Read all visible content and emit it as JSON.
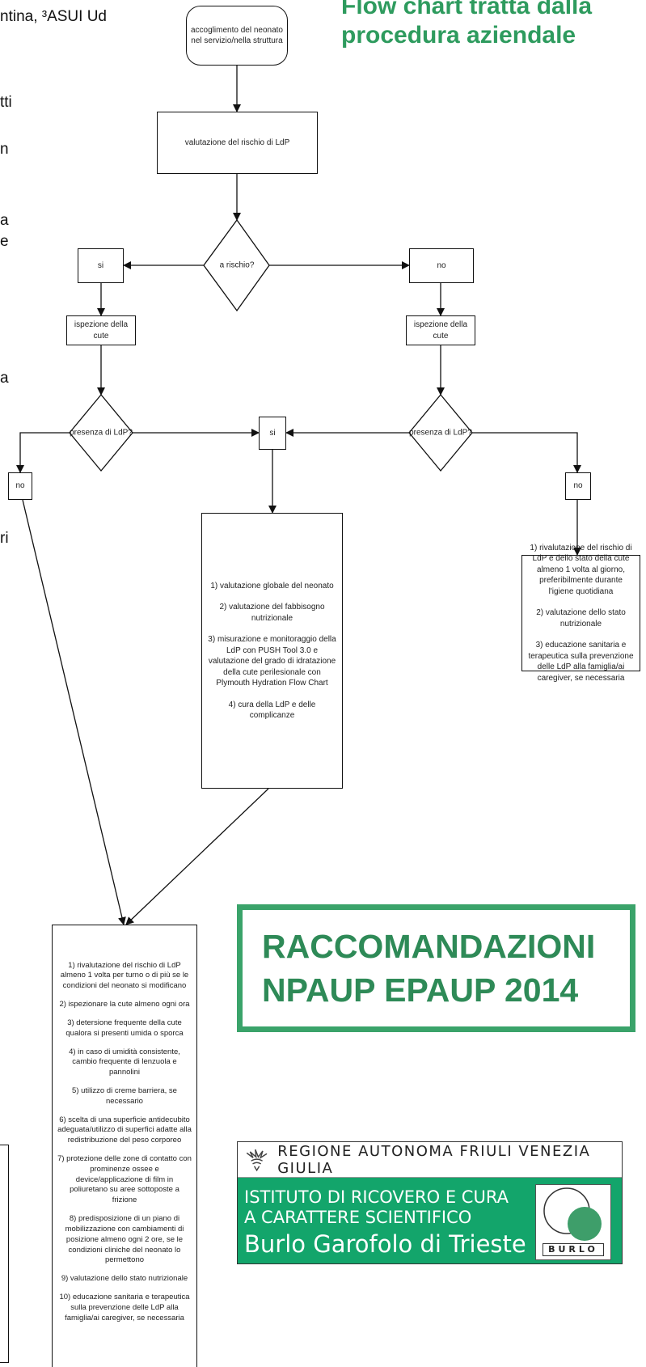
{
  "left_fragments": {
    "t1": "ntina, ³ASUI Ud",
    "t2": "tti",
    "t3": "n",
    "t4": "a",
    "t5": "e",
    "t6": "a",
    "t7": "ri"
  },
  "header": {
    "title": "Flow chart tratta dalla procedura aziendale"
  },
  "flow": {
    "start": "accoglimento del neonato nel servizio/nella struttura",
    "assess": "valutazione del rischio di LdP",
    "decision_risk": "a rischio?",
    "risk_yes": "si",
    "risk_no": "no",
    "inspect_left": "ispezione della cute",
    "inspect_right": "ispezione della cute",
    "decision_ldp_left": "presenza di LdP?",
    "decision_ldp_right": "presenza di LdP?",
    "ldp_yes": "si",
    "ldp_no_left": "no",
    "ldp_no_right": "no",
    "center_steps": [
      "1) valutazione globale del neonato",
      "2) valutazione del fabbisogno nutrizionale",
      "3) misurazione e monitoraggio della LdP con PUSH Tool 3.0 e valutazione del grado di idratazione della cute perilesionale con Plymouth Hydration Flow Chart",
      "4) cura della LdP e delle complicanze"
    ],
    "right_steps": [
      "1) rivalutazione del rischio di LdP e dello stato della cute almeno 1 volta al giorno, preferibilmente durante l'igiene quotidiana",
      "2) valutazione dello stato nutrizionale",
      "3) educazione sanitaria e terapeutica sulla prevenzione delle LdP alla famiglia/ai caregiver, se necessaria"
    ],
    "bottom_steps": [
      "1) rivalutazione del rischio di LdP almeno 1 volta per turno o di più se le condizioni del neonato si modificano",
      "2) ispezionare la cute almeno ogni ora",
      "3) detersione frequente della cute qualora si presenti umida o sporca",
      "4) in caso di umidità consistente, cambio frequente di lenzuola e pannolini",
      "5) utilizzo di creme barriera, se necessario",
      "6) scelta di una superficie antidecubito adeguata/utilizzo di superfici adatte alla redistribuzione del peso corporeo",
      "7) protezione delle zone di contatto con prominenze ossee e device/applicazione di film in poliuretano su aree sottoposte a frizione",
      "8) predisposizione di un piano di mobilizzazione con cambiamenti di posizione almeno ogni 2 ore, se le condizioni cliniche del neonato lo permettono",
      "9) valutazione dello stato nutrizionale",
      "10) educazione sanitaria e terapeutica sulla prevenzione delle LdP alla famiglia/ai caregiver, se necessaria"
    ]
  },
  "recommendations": {
    "line1": "RACCOMANDAZIONI",
    "line2": "NPAUP EPAUP 2014"
  },
  "logo": {
    "region": "REGIONE AUTONOMA FRIULI VENEZIA GIULIA",
    "line1": "ISTITUTO DI RICOVERO E CURA",
    "line2": "A CARATTERE SCIENTIFICO",
    "line3": "Burlo Garofolo di Trieste",
    "brand": "BURLO",
    "colors": {
      "green": "#13a56b",
      "accent": "#2e9b5e"
    }
  }
}
